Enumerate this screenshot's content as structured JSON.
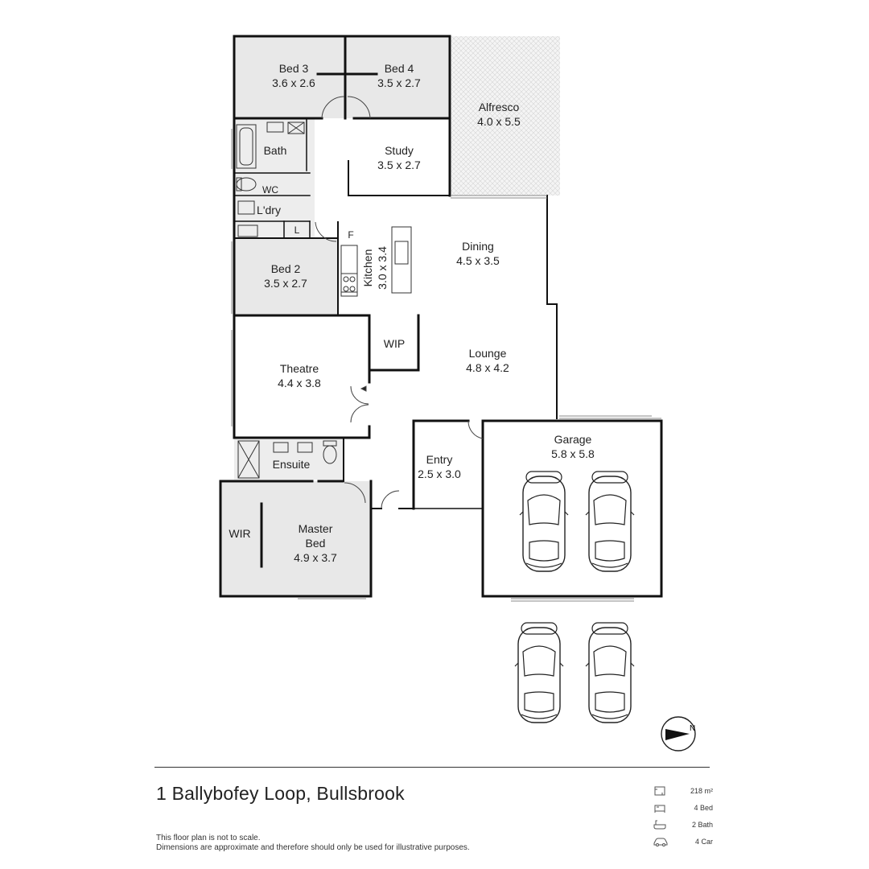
{
  "rooms": {
    "bed3": {
      "name": "Bed 3",
      "size": "3.6 x 2.6"
    },
    "bed4": {
      "name": "Bed 4",
      "size": "3.5 x 2.7"
    },
    "alfresco": {
      "name": "Alfresco",
      "size": "4.0 x 5.5"
    },
    "study": {
      "name": "Study",
      "size": "3.5 x 2.7"
    },
    "bath": {
      "name": "Bath"
    },
    "wc": {
      "name": "WC"
    },
    "laundry": {
      "name": "L'dry"
    },
    "linen": {
      "name": "L"
    },
    "fridge": {
      "name": "F"
    },
    "kitchen": {
      "name": "Kitchen",
      "size": "3.0 x 3.4"
    },
    "dining": {
      "name": "Dining",
      "size": "4.5 x 3.5"
    },
    "bed2": {
      "name": "Bed 2",
      "size": "3.5 x 2.7"
    },
    "wip": {
      "name": "WIP"
    },
    "lounge": {
      "name": "Lounge",
      "size": "4.8 x 4.2"
    },
    "theatre": {
      "name": "Theatre",
      "size": "4.4 x 3.8"
    },
    "garage": {
      "name": "Garage",
      "size": "5.8 x 5.8"
    },
    "ensuite": {
      "name": "Ensuite"
    },
    "entry": {
      "name": "Entry",
      "size": "2.5 x 3.0"
    },
    "wir": {
      "name": "WIR"
    },
    "master": {
      "name": "Master",
      "name2": "Bed",
      "size": "4.9 x 3.7"
    }
  },
  "address": "1 Ballybofey Loop, Bullsbrook",
  "disclaimer": {
    "line1": "This floor plan is not to scale.",
    "line2": "Dimensions are approximate and therefore should only be used for illustrative purposes."
  },
  "stats": {
    "area": "218 m²",
    "beds": "4 Bed",
    "baths": "2 Bath",
    "cars": "4 Car"
  },
  "compass": {
    "label": "N"
  },
  "colors": {
    "room_fill": "#e8e8e8",
    "wall": "#111111",
    "alfresco_fill": "#f0f0f0"
  }
}
